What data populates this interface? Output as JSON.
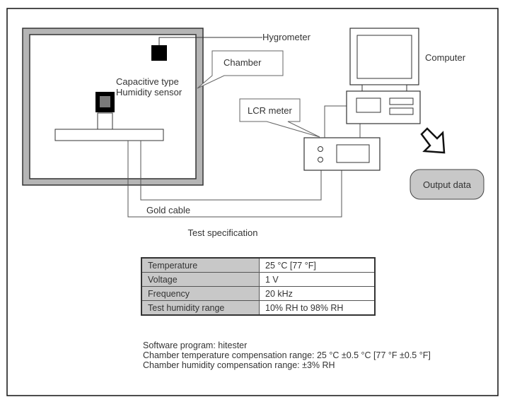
{
  "labels": {
    "hygrometer": "Hygrometer",
    "chamber": "Chamber",
    "sensor_line1": "Capacitive type",
    "sensor_line2": "Humidity sensor",
    "computer": "Computer",
    "lcr_meter": "LCR meter",
    "output_data": "Output data",
    "gold_cable": "Gold cable"
  },
  "spec": {
    "title": "Test specification",
    "rows": [
      {
        "param": "Temperature",
        "value": "25 °C [77 °F]"
      },
      {
        "param": "Voltage",
        "value": "1 V"
      },
      {
        "param": "Frequency",
        "value": "20 kHz"
      },
      {
        "param": "Test humidity range",
        "value": "10% RH to 98% RH"
      }
    ]
  },
  "notes": [
    "Software program: hitester",
    "Chamber temperature compensation range: 25 °C ±0.5 °C [77 °F ±0.5 °F]",
    "Chamber humidity compensation range: ±3% RH"
  ]
}
